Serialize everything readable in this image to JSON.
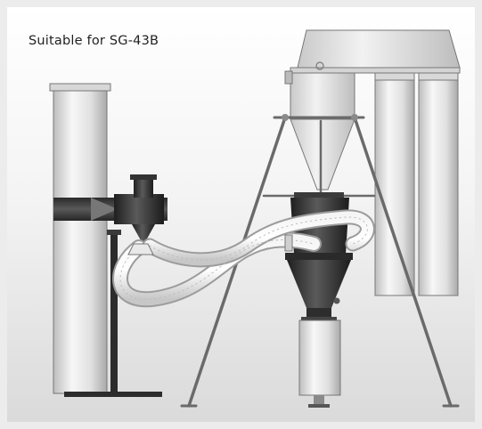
{
  "caption": "Suitable for SG-43B",
  "colors": {
    "background_top": "#ffffff",
    "background_bottom": "#dadada",
    "metal_light": "#e6e6e6",
    "metal_dark": "#333333",
    "outline": "#555555"
  },
  "components": [
    "vertical-silo",
    "separator-inlet-ducting",
    "support-tripod",
    "cyclone-upper-hopper",
    "cyclone-lower-hopper",
    "flexible-hose",
    "collection-drum",
    "filter-bags"
  ]
}
